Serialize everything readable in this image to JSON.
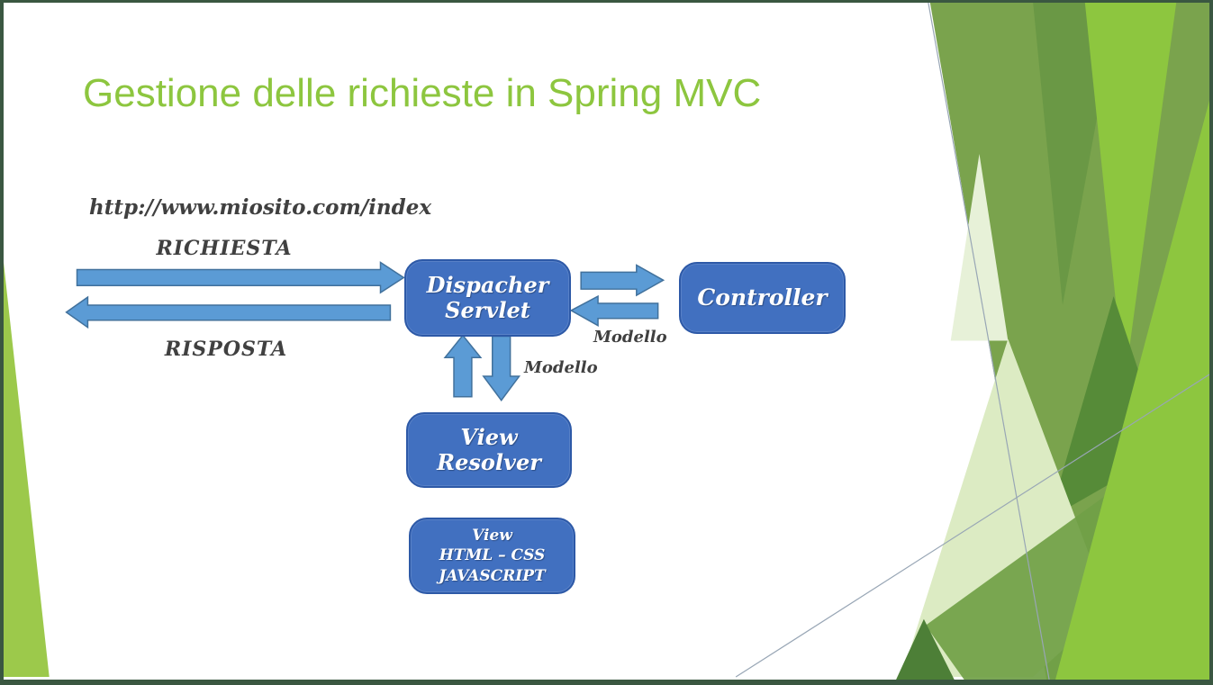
{
  "slide": {
    "title": "Gestione delle richieste in Spring MVC",
    "labels": {
      "url": "http://www.miosito.com/index",
      "request": "RICHIESTA",
      "response": "RISPOSTA",
      "modello_controller": "Modello",
      "modello_view": "Modello"
    },
    "boxes": {
      "dispatcher": {
        "line1": "Dispacher",
        "line2": "Servlet"
      },
      "controller": {
        "label": "Controller"
      },
      "view_resolver": {
        "line1": "View",
        "line2": "Resolver"
      },
      "view": {
        "line1": "View",
        "line2": "HTML – CSS",
        "line3": "JAVASCRIPT"
      }
    },
    "colors": {
      "title_green": "#8dc63f",
      "box_blue": "#4170c0",
      "box_border_blue": "#2d59a7",
      "arrow_blue": "#5b9bd5",
      "arrow_border_blue": "#41719c",
      "label_dark_gray": "#404040",
      "decoration_sage_green": "#7aa34d",
      "decoration_bright_green": "#8dc63f",
      "decoration_pale_green": "#dcebc3",
      "slide_border_green": "#3a5741"
    }
  }
}
